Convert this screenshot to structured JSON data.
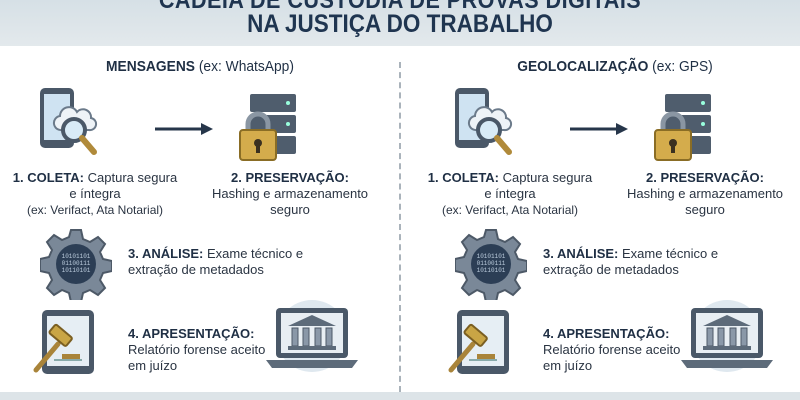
{
  "header": {
    "title_line1": "CADEIA DE CUSTÓDIA DE PROVAS DIGITAIS",
    "title_line2": "NA JUSTIÇA DO TRABALHO"
  },
  "columns": [
    {
      "title_bold": "MENSAGENS",
      "title_rest": " (ex: WhatsApp)",
      "steps": [
        {
          "label": "1. COLETA:",
          "text": " Captura segura e íntegra",
          "note": "(ex: Verifact, Ata Notarial)"
        },
        {
          "label": "2. PRESERVAÇÃO:",
          "text": "Hashing e armazenamento seguro"
        },
        {
          "label": "3. ANÁLISE:",
          "text": " Exame técnico e extração de metadados"
        },
        {
          "label": "4. APRESENTAÇÃO:",
          "text": "Relatório forense aceito em juízo"
        }
      ]
    },
    {
      "title_bold": "GEOLOCALIZAÇÃO",
      "title_rest": " (ex: GPS)",
      "steps": [
        {
          "label": "1. COLETA:",
          "text": " Captura segura e íntegra",
          "note": "(ex: Verifact, Ata Notarial)"
        },
        {
          "label": "2. PRESERVAÇÃO:",
          "text": "Hashing e armazenamento seguro"
        },
        {
          "label": "3. ANÁLISE:",
          "text": " Exame técnico e extração de metadados"
        },
        {
          "label": "4. APRESENTAÇÃO:",
          "text": "Relatório forense aceito em juízo"
        }
      ]
    }
  ],
  "icons": [
    "phone-cloud-magnifier-icon",
    "arrow-right-icon",
    "server-lock-icon",
    "gear-binary-icon",
    "tablet-gavel-icon",
    "laptop-courthouse-icon"
  ],
  "colors": {
    "navy": "#1f3550",
    "gold": "#c9a545",
    "steel": "#5d6b7a",
    "header_bg": "#dde5ea"
  }
}
